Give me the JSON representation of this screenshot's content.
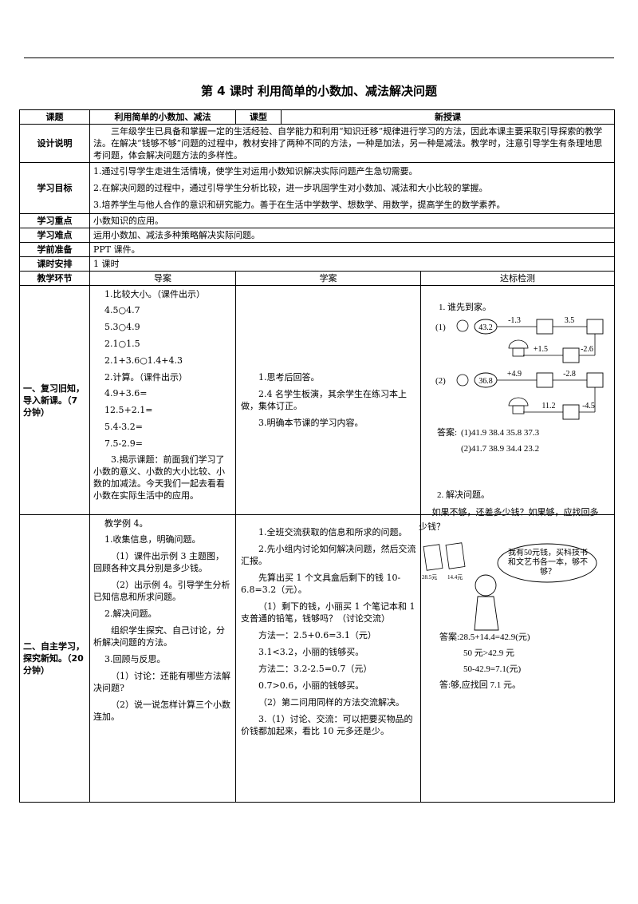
{
  "title": "第 4 课时  利用简单的小数加、减法解决问题",
  "labels": {
    "subject": "课题",
    "subject_value": "利用简单的小数加、减法",
    "type": "课型",
    "type_value": "新授课",
    "design": "设计说明",
    "goals": "学习目标",
    "focus": "学习重点",
    "difficulty": "学习难点",
    "prep": "学前准备",
    "schedule": "课时安排",
    "stage": "教学环节",
    "guide": "导案",
    "study": "学案",
    "check": "达标检测"
  },
  "design_text": "三年级学生已具备和掌握一定的生活经验、自学能力和利用“知识迁移”规律进行学习的方法，因此本课主要采取引导探索的教学法。在解决“钱够不够”问题的过程中，教材安排了两种不同的方法，一种是加法，另一种是减法。教学时，注意引导学生有条理地思考问题，体会解决问题方法的多样性。",
  "goals": [
    "1.通过引导学生走进生活情境，使学生对运用小数知识解决实际问题产生急切需要。",
    "2.在解决问题的过程中，通过引导学生分析比较，进一步巩固学生对小数加、减法和大小比较的掌握。",
    "3.培养学生与他人合作的意识和研究能力。善于在生活中学数学、想数学、用数学，提高学生的数学素养。"
  ],
  "focus_text": "小数知识的应用。",
  "difficulty_text": "运用小数加、减法多种策略解决实际问题。",
  "prep_text": "PPT 课件。",
  "schedule_text": "1 课时",
  "stage1": {
    "name": "一、复习旧知，导入新课。（7 分钟）",
    "guide": [
      "1.比较大小。（课件出示）",
      "4.5○4.7",
      "5.3○4.9",
      "2.1○1.5",
      "2.1+3.6○1.4+4.3",
      "2.计算。（课件出示）",
      "4.9+3.6=",
      "12.5+2.1=",
      "5.4-3.2=",
      "7.5-2.9=",
      "3.揭示课题：前面我们学习了小数的意义、小数的大小比较、小数的加减法。今天我们一起去看看小数在实际生活中的应用。"
    ],
    "study": [
      "1.思考后回答。",
      "2.4 名学生板演，其余学生在练习本上做，集体订正。",
      "3.明确本节课的学习内容。"
    ]
  },
  "stage2": {
    "name": "二、自主学习，探究新知。（20 分钟）",
    "guide": [
      "教学例 4。",
      "1.收集信息，明确问题。",
      "（1）课件出示例 3 主题图，回顾各种文具分别是多少钱。",
      "（2）出示例 4。引导学生分析已知信息和所求问题。",
      "2.解决问题。",
      "组织学生探究、自己讨论，分析解决问题的方法。",
      "3.回顾与反思。",
      "（1）讨论：还能有哪些方法解决问题?",
      "（2）说一说怎样计算三个小数连加。"
    ],
    "study": [
      "1.全班交流获取的信息和所求的问题。",
      "2.先小组内讨论如何解决问题，然后交流汇报。",
      "先算出买 1 个文具盒后剩下的钱 10-6.8=3.2（元）。",
      "（1）剩下的钱，小丽买 1 个笔记本和 1 支普通的铅笔，钱够吗？（讨论交流）",
      "方法一：2.5+0.6=3.1（元）",
      "3.1<3.2，小丽的钱够买。",
      "方法二：3.2-2.5=0.7（元）",
      "0.7>0.6，小丽的钱够买。",
      "（2）第二问用同样的方法交流解决。",
      "3.（1）讨论、交流：可以把要买物品的价钱都加起来，看比 10 元多还是少。"
    ]
  },
  "exercise1": {
    "heading": "1. 谁先到家。",
    "row1": {
      "tag": "(1)",
      "start": "43.2",
      "op1": "-1.3",
      "op2": "3.5",
      "op3": "+1.5",
      "op4": "-2.6"
    },
    "row2": {
      "tag": "(2)",
      "start": "36.8",
      "op1": "+4.9",
      "op2": "-2.8",
      "op3": "11.2",
      "op4": "-4.5"
    },
    "answer_label": "答案:",
    "answers1": "(1)41.9   38.4   35.8   37.3",
    "answers2": "(2)41.7   38.9   34.4   23.2"
  },
  "exercise2": {
    "heading": "2. 解决问题。",
    "question": "如果不够，还差多少钱？如果够，应找回多少钱？",
    "speech": "我有50元钱，买科技书和文艺书各一本，够不够？",
    "price1": "28.5元",
    "price2": "14.4元",
    "answers": [
      "答案:28.5+14.4=42.9(元)",
      "50 元>42.9 元",
      "50-42.9=7.1(元)",
      "答:够,应找回 7.1 元。"
    ]
  }
}
